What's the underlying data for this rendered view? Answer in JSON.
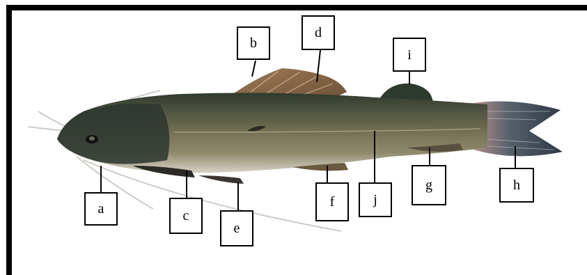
{
  "labels": {
    "a": "a",
    "b": "b",
    "c": "c",
    "d": "d",
    "e": "e",
    "f": "f",
    "g": "g",
    "h": "h",
    "i": "i",
    "j": "j"
  },
  "colors": {
    "frame": "#000000",
    "body_dark": "#3a3f33",
    "body_mid": "#6d6a4f",
    "belly": "#d9d2c4",
    "fin": "#8a6a4a",
    "tail": "#4e5a66"
  }
}
